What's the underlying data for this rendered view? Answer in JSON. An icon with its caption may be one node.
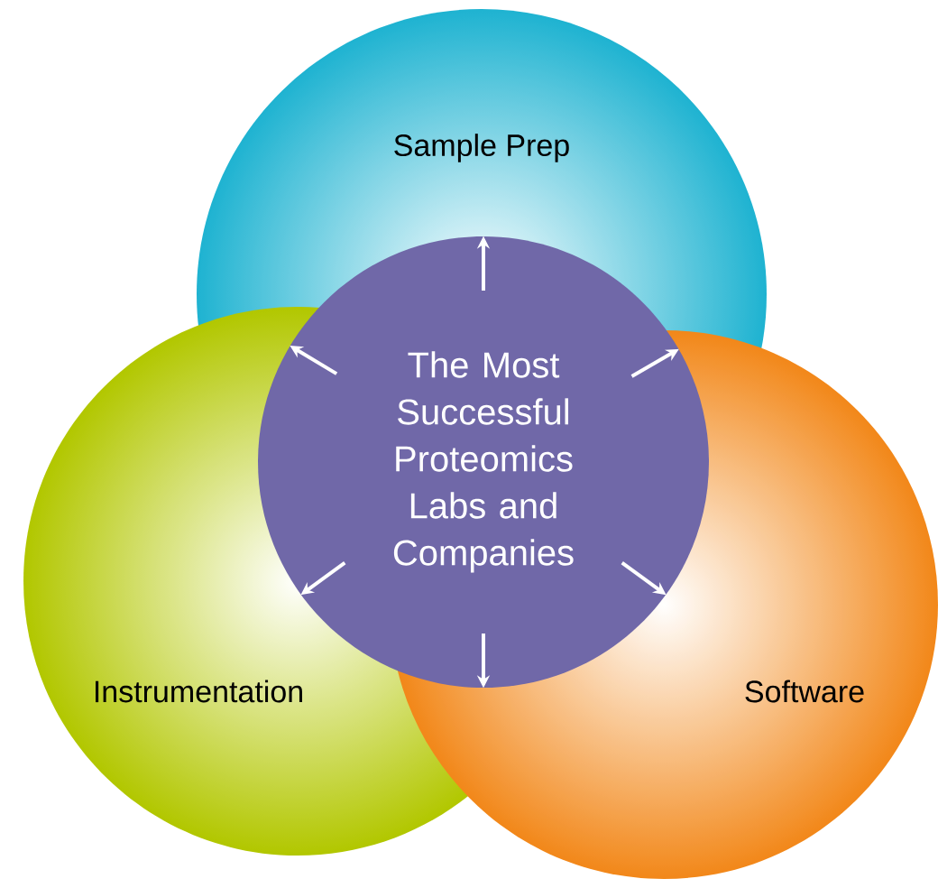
{
  "diagram": {
    "nodes": [
      {
        "text": [
          "Sample Prep"
        ]
      },
      {
        "text": [
          "Instrumentation"
        ]
      },
      {
        "text": [
          "Software"
        ]
      },
      {
        "text": [
          "The Most Successful Proteomics Labs and Companies"
        ]
      }
    ]
  }
}
